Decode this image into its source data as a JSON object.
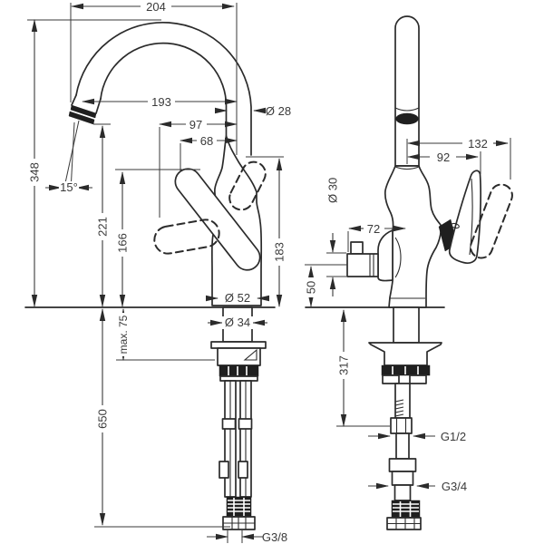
{
  "page": {
    "background": "#ffffff",
    "line_color": "#2b2b2b",
    "text_color": "#3a3a3a",
    "description": "Technical dimensional drawing of a single-lever kitchen faucet, front view and side view"
  },
  "front_view": {
    "total_width": "204",
    "spout_reach": "193",
    "handle_reach_down": "97",
    "handle_reach_up": "68",
    "spout_diameter": "Ø 28",
    "spout_angle": "15°",
    "total_height": "348",
    "spout_outlet_height": "221",
    "handle_top_height": "166",
    "handle_max_height": "183",
    "base_diameter": "Ø 52",
    "shank_diameter": "Ø 34",
    "max_counter_thickness": "max. 75",
    "hose_length": "650",
    "hose_thread": "G3/8"
  },
  "side_view": {
    "handle_reach_max": "132",
    "handle_reach": "92",
    "valve_knob_diameter": "Ø 30",
    "valve_offset": "72",
    "valve_height": "50",
    "pipe_length": "317",
    "thread_upper": "G1/2",
    "thread_lower": "G3/4"
  }
}
